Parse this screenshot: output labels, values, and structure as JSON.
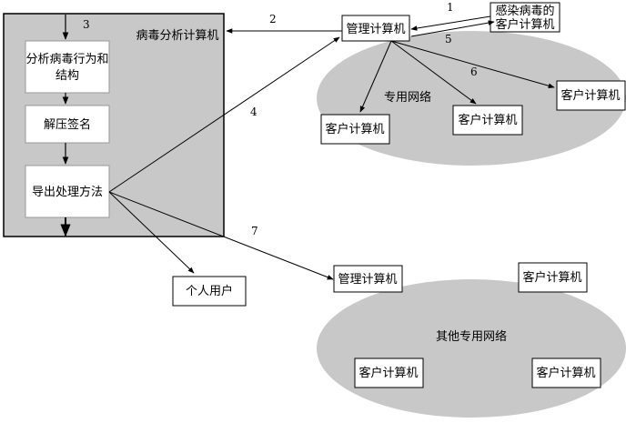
{
  "analysis_box": {
    "title": "病毒分析计算机",
    "steps": [
      "分析病毒行为和",
      "结构",
      "解压签名",
      "导出处理方法"
    ]
  },
  "private_network": {
    "label": "专用网络",
    "manager": "管理计算机",
    "infected_line1": "感染病毒的",
    "infected_line2": "客户计算机",
    "clients": [
      "客户计算机",
      "客户计算机",
      "客户计算机"
    ]
  },
  "other_network": {
    "label": "其他专用网络",
    "manager": "管理计算机",
    "clients": [
      "客户计算机",
      "客户计算机",
      "客户计算机"
    ]
  },
  "personal_user": "个人用户",
  "arrow_labels": [
    "1",
    "2",
    "3",
    "4",
    "5",
    "6",
    "7"
  ],
  "colors": {
    "gray": "#c8c8c8",
    "box_fill": "#ffffff",
    "stroke": "#000000"
  }
}
